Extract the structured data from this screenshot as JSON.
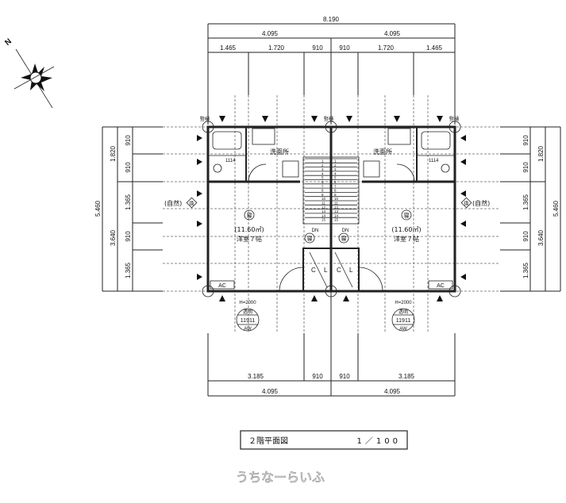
{
  "compass": {
    "north_label": "N"
  },
  "dimensions": {
    "top_total": "8.190",
    "top_halves": [
      "4.095",
      "4.095"
    ],
    "top_segments": [
      "1.465",
      "1.720",
      "910",
      "910",
      "1.720",
      "1.465"
    ],
    "left_total": "5.460",
    "left_mid": [
      "1.820",
      "3.640"
    ],
    "left_segments": [
      "910",
      "910",
      "1.365",
      "910",
      "1.365"
    ],
    "right_total": "5.460",
    "right_mid": [
      "1.820",
      "3.640"
    ],
    "right_segments": [
      "910",
      "910",
      "1.365",
      "910",
      "1.365"
    ],
    "bottom_segments": [
      "3.185",
      "910",
      "910",
      "3.185"
    ],
    "bottom_halves": [
      "4.095",
      "4.095"
    ]
  },
  "rooms": {
    "left": {
      "washroom": "洗面所",
      "room_mark": "寝",
      "area": "(11.60㎡)",
      "room_name": "洋室７帖",
      "closet": [
        "C",
        "L"
      ],
      "vent": "(自然)",
      "vent_mark": "換",
      "ac": "AC",
      "bath_code": "1114",
      "window": {
        "height": "H=2000",
        "type": "透明",
        "code": "11911",
        "material": "AW"
      }
    },
    "right": {
      "washroom": "洗面所",
      "room_mark": "寝",
      "area": "(11.60㎡)",
      "room_name": "洋室７帖",
      "closet": [
        "C",
        "L"
      ],
      "vent": "(自然)",
      "vent_mark": "換",
      "ac": "AC",
      "bath_code": "1114",
      "window": {
        "height": "H=2000",
        "type": "透明",
        "code": "11911",
        "material": "AW"
      }
    },
    "column_labels": [
      "竪樋",
      "竪樋",
      "竪樋"
    ],
    "stairs": {
      "steps_left": [
        "1",
        "2",
        "3",
        "4",
        "5",
        "6",
        "7",
        "8",
        "9",
        "10",
        "11",
        "12",
        "13",
        "14",
        "15"
      ],
      "steps_right": [
        "1",
        "2",
        "3",
        "4",
        "5",
        "6",
        "7",
        "8",
        "9",
        "10",
        "11",
        "12",
        "13",
        "14",
        "15"
      ],
      "dn": "DN",
      "hall_mark": "寝"
    }
  },
  "title_block": {
    "title": "２階平面図",
    "scale": "1／100"
  },
  "watermark": "うちなーらいふ"
}
